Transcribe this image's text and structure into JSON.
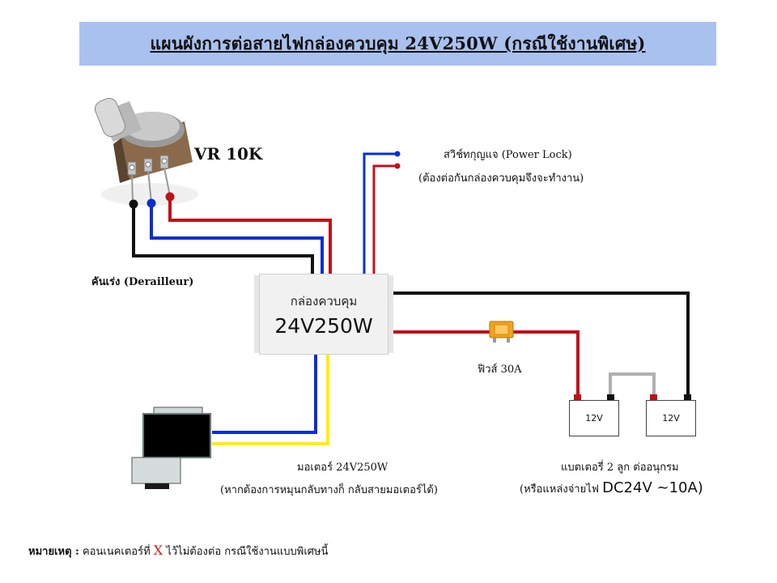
{
  "title": "แผนผังการต่อสายไฟกล่องควบคุม 24V250W (กรณีใช้งานพิเศษ)",
  "vr": {
    "label": "VR 10K"
  },
  "throttle": {
    "label": "คันเร่ง (Derailleur)"
  },
  "power_lock": {
    "label": "สวิช์ทกุญแจ (Power Lock)",
    "note": "(ต้องต่อกันกล่องควบคุมจึงจะทำงาน)"
  },
  "controller": {
    "line1": "กล่องควบคุม",
    "line2": "24V250W"
  },
  "fuse": {
    "label": "ฟิวส์ 30A"
  },
  "motor": {
    "label": "มอเตอร์ 24V250W",
    "note": "(หากต้องการหมุนกลับทางก็ กลับสายมอเตอร์ได้)"
  },
  "batteries": {
    "cells": [
      "12V",
      "12V"
    ],
    "label": "แบตเตอรี่ 2 ลูก ต่ออนุกรม",
    "note_prefix": "(หรือแหล่งจ่ายไฟ",
    "note_value": "DC24V ~10A)"
  },
  "footnote": {
    "prefix": "หมายเหตุ :",
    "text1": "คอนเนคเตอร์ที่",
    "mark": "X",
    "text2": "ไว้ไม่ต้องต่อ กรณีใช้งานแบบพิเศษนี้"
  },
  "colors": {
    "title_bg": "#a9c1ef",
    "wire_red": "#c0111a",
    "wire_blue": "#0a2fd0",
    "wire_black": "#111111",
    "wire_yellow": "#ffee00",
    "wire_gray": "#b0b0b0",
    "fuse": "#f4a21c",
    "footnote_mark": "#d11a1a"
  }
}
